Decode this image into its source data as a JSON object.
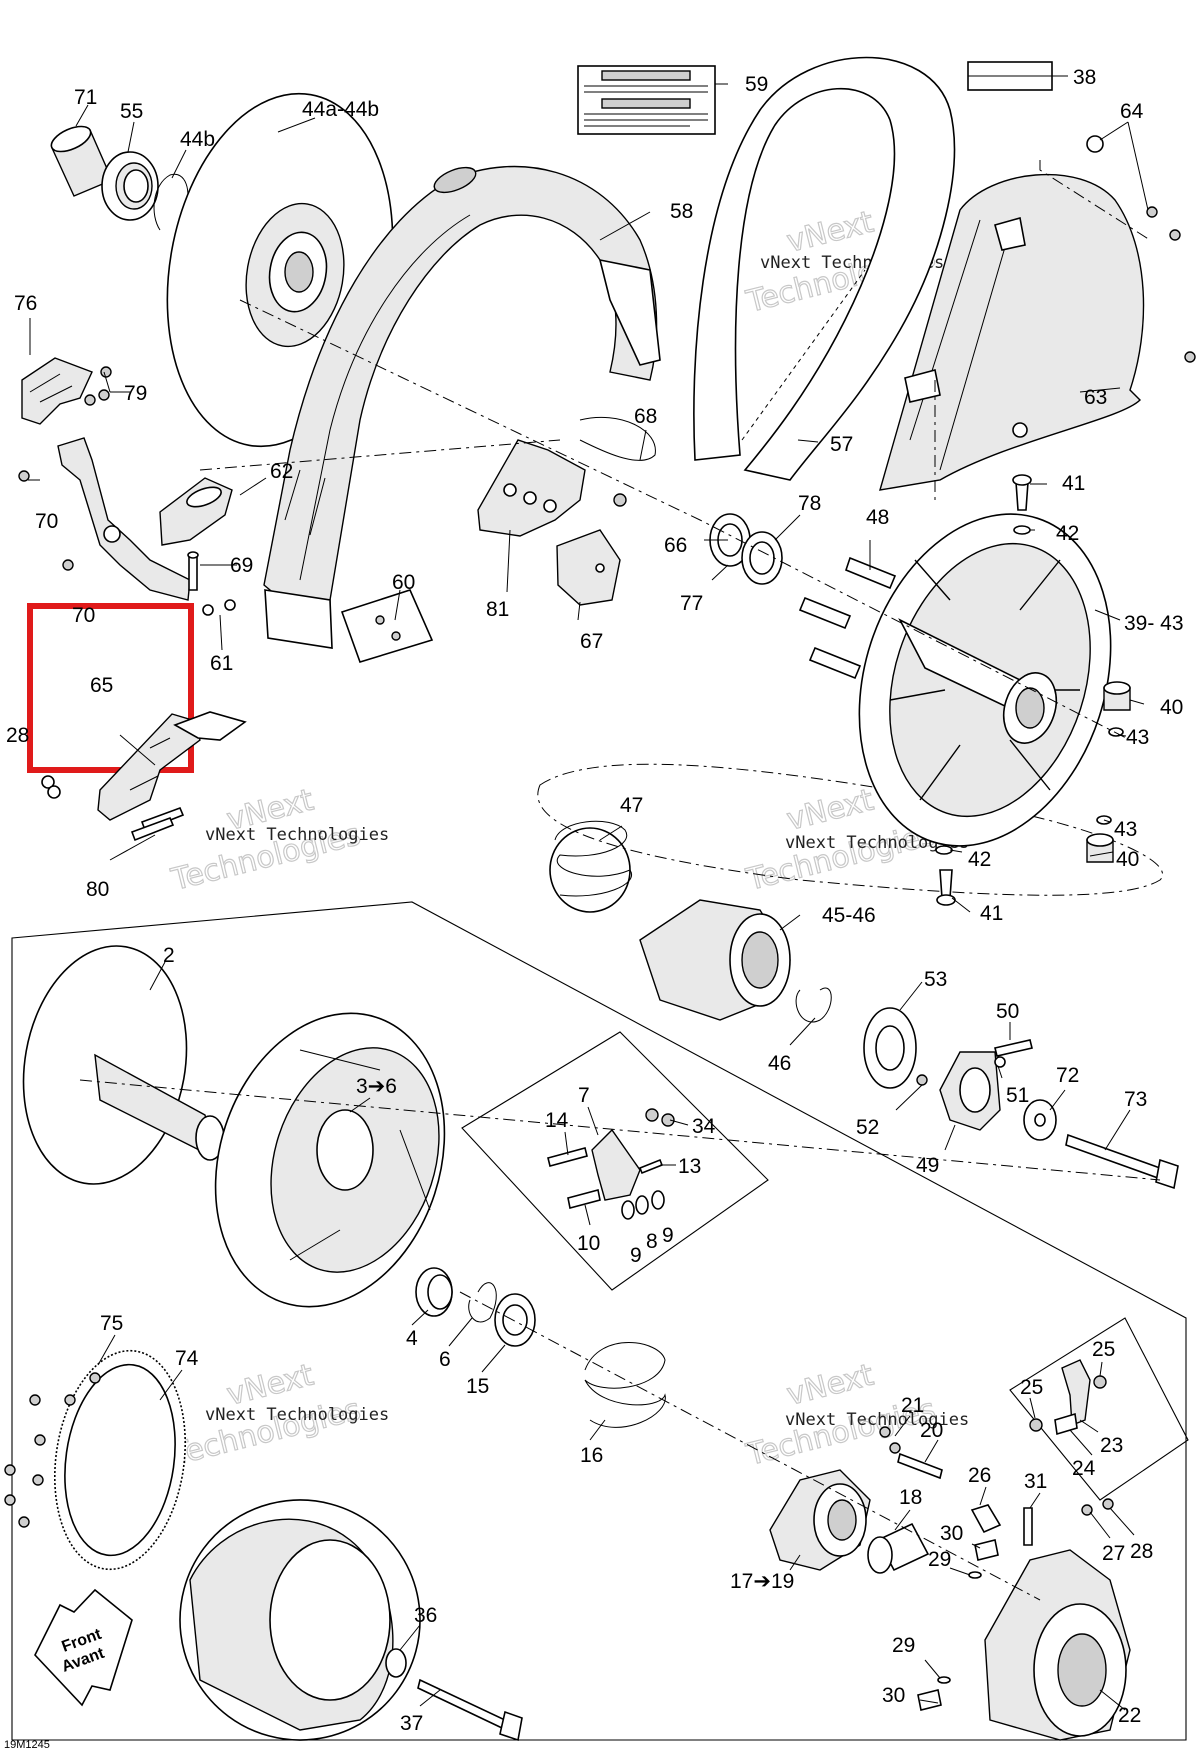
{
  "drawing_ref": "19M1245",
  "watermark": {
    "company": "vNext Technologies",
    "line1": "vNext",
    "line2": "Technologies"
  },
  "highlight": {
    "label": "65",
    "color": "#e01a1a"
  },
  "arrow_label": {
    "line1": "Front",
    "line2": "Avant"
  },
  "callouts": {
    "c71": "71",
    "c55": "55",
    "c44ab": "44a-44b",
    "c44b": "44b",
    "c59": "59",
    "c38": "38",
    "c64": "64",
    "c76": "76",
    "c79": "79",
    "c58": "58",
    "c63": "63",
    "c57": "57",
    "c68": "68",
    "c62": "62",
    "c70a": "70",
    "c70b": "70",
    "c69": "69",
    "c61": "61",
    "c60": "60",
    "c66": "66",
    "c78": "78",
    "c77": "77",
    "c81": "81",
    "c67": "67",
    "c48": "48",
    "c41a": "41",
    "c42a": "42",
    "c3943": "39- 43",
    "c40a": "40",
    "c43a": "43",
    "c28a": "28",
    "c80": "80",
    "c47": "47",
    "c43b": "43",
    "c42b": "42",
    "c40b": "40",
    "c41b": "41",
    "c4546": "45-46",
    "c2": "2",
    "c36": "3➔6",
    "c53": "53",
    "c50": "50",
    "c46": "46",
    "c51": "51",
    "c72": "72",
    "c73": "73",
    "c52": "52",
    "c49": "49",
    "c7": "7",
    "c14": "14",
    "c34": "34",
    "c13": "13",
    "c10": "10",
    "c9a": "9",
    "c8": "8",
    "c9b": "9",
    "c4": "4",
    "c6": "6",
    "c15": "15",
    "c16": "16",
    "c75": "75",
    "c74": "74",
    "c21": "21",
    "c20": "20",
    "c18": "18",
    "c1719": "17➔19",
    "c25a": "25",
    "c25b": "25",
    "c23": "23",
    "c24": "24",
    "c26": "26",
    "c31": "31",
    "c30a": "30",
    "c27": "27",
    "c28b": "28",
    "c29a": "29",
    "c29b": "29",
    "c30b": "30",
    "c36b": "36",
    "c37": "37",
    "c22": "22"
  }
}
